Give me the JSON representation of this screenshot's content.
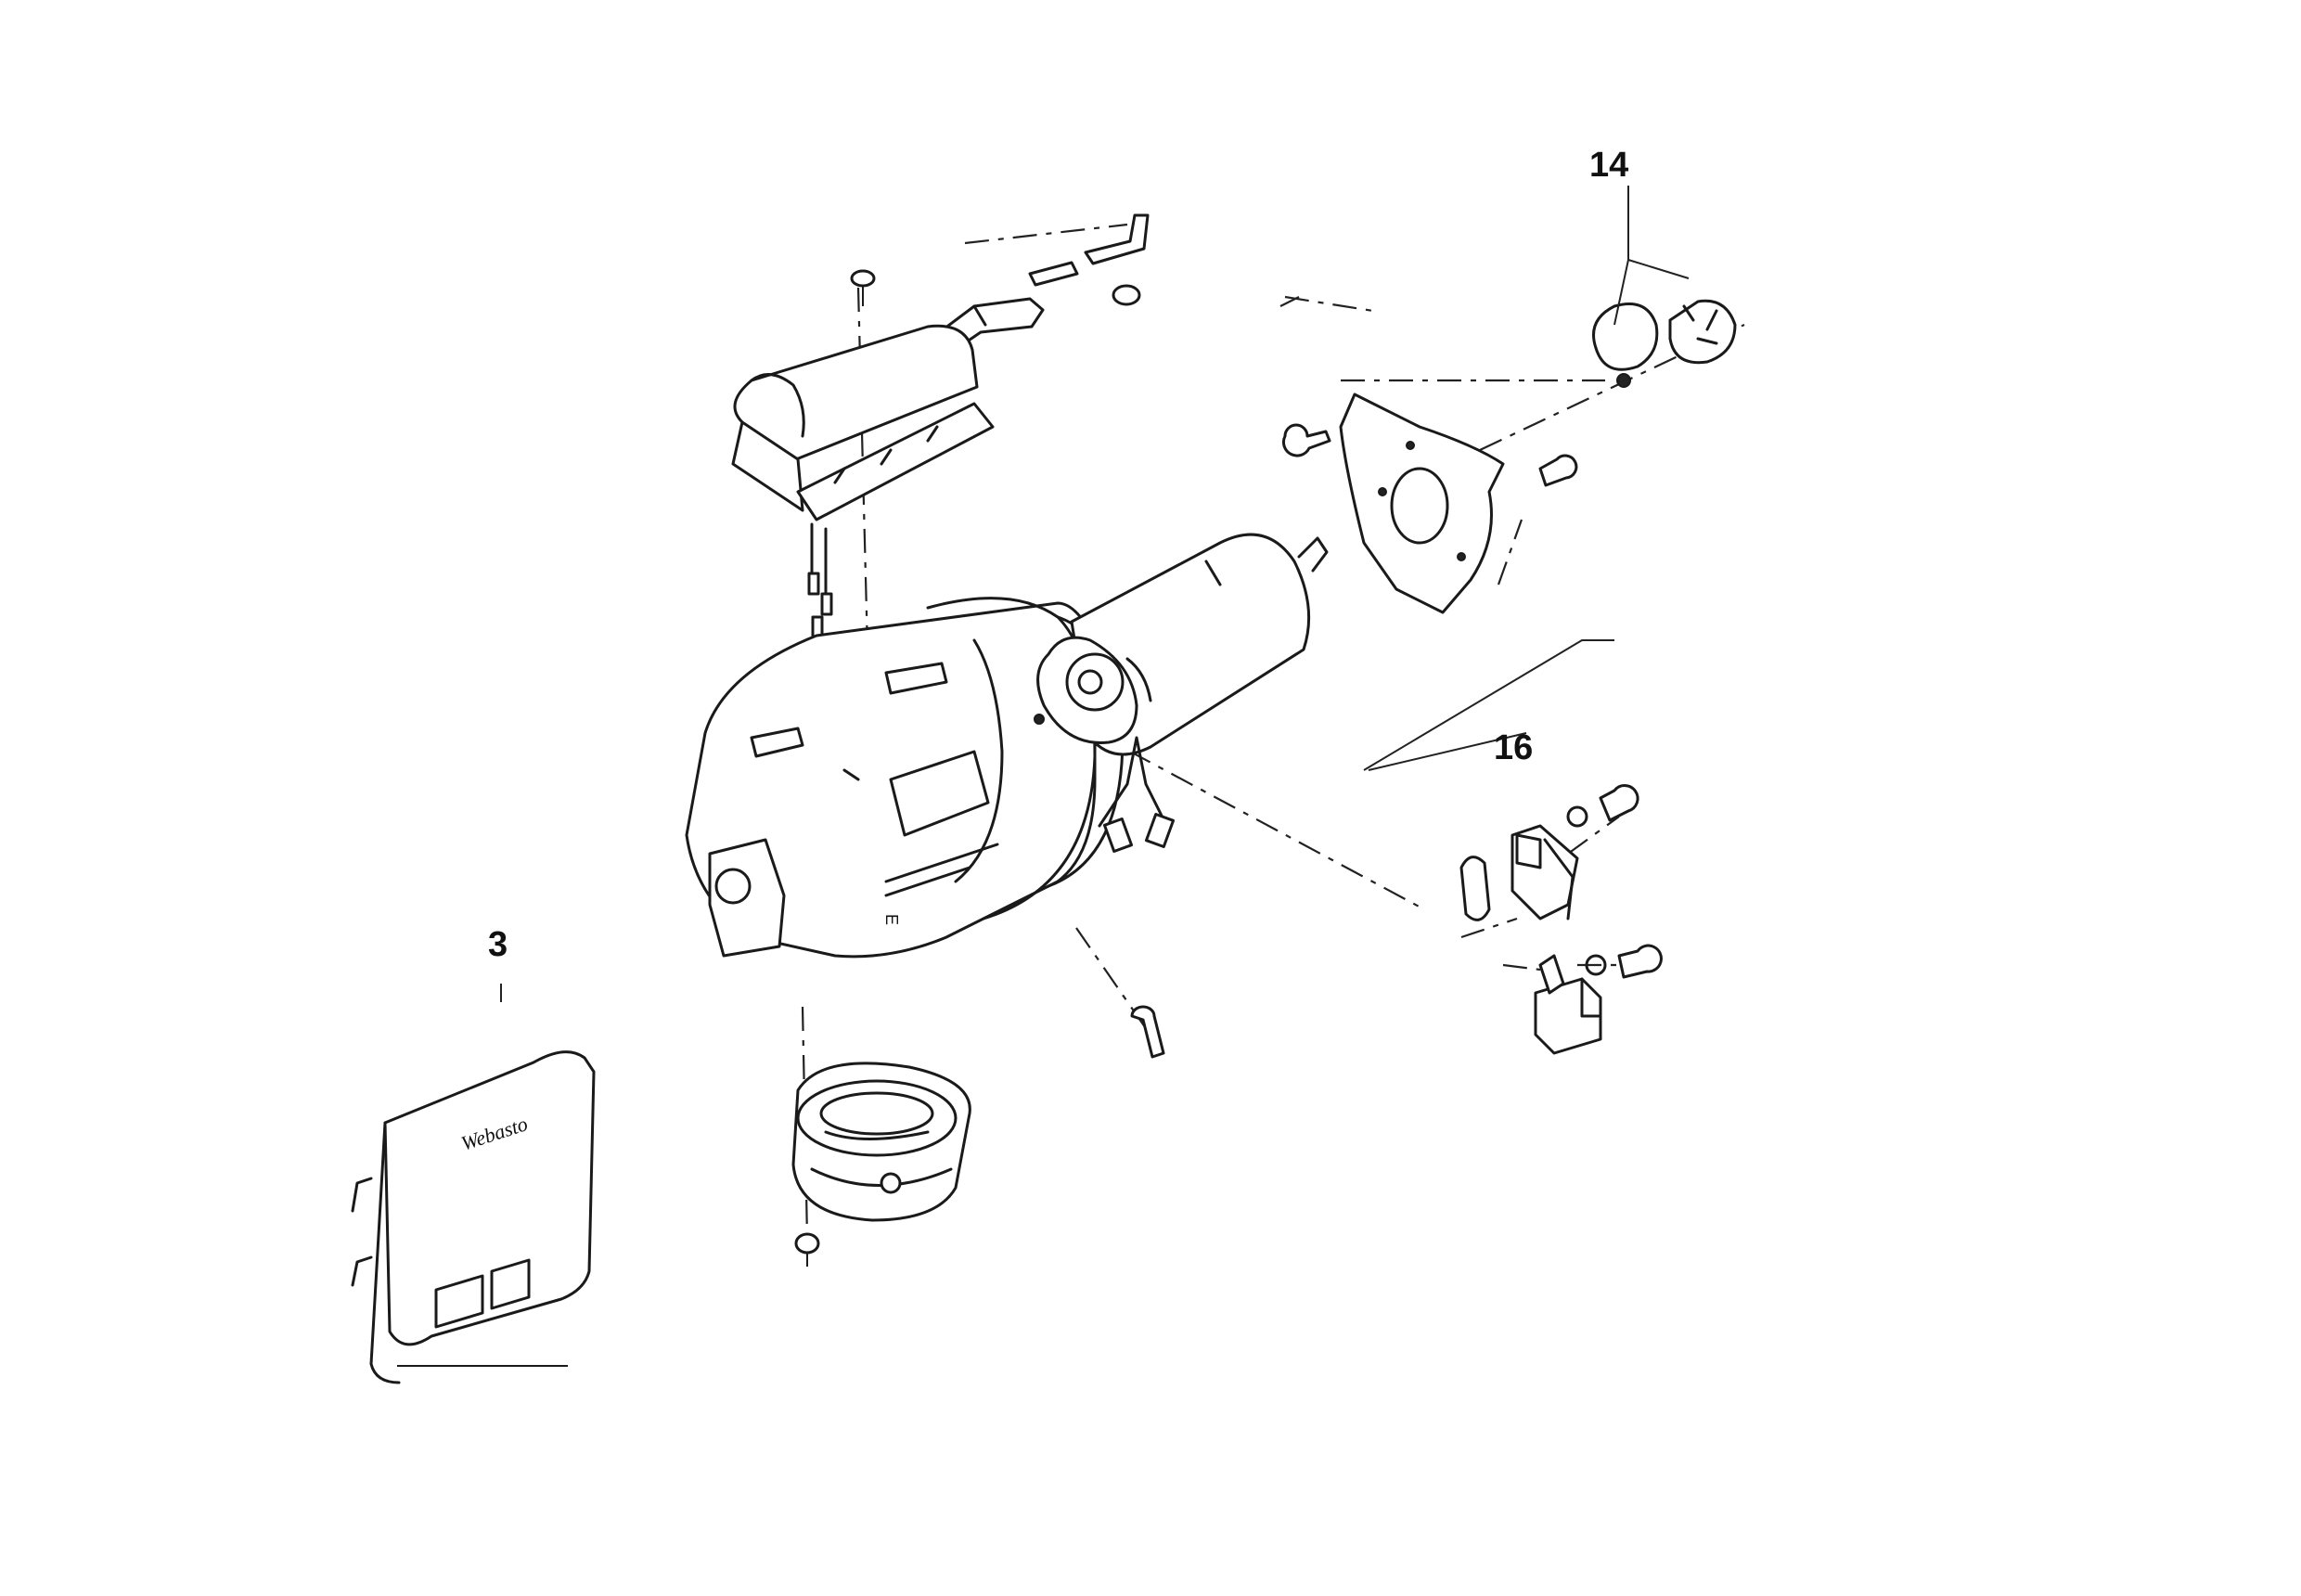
{
  "callouts": {
    "item_14": "14",
    "item_16": "16",
    "item_3": "3"
  },
  "control_unit": {
    "brand_text": "Webasto"
  }
}
